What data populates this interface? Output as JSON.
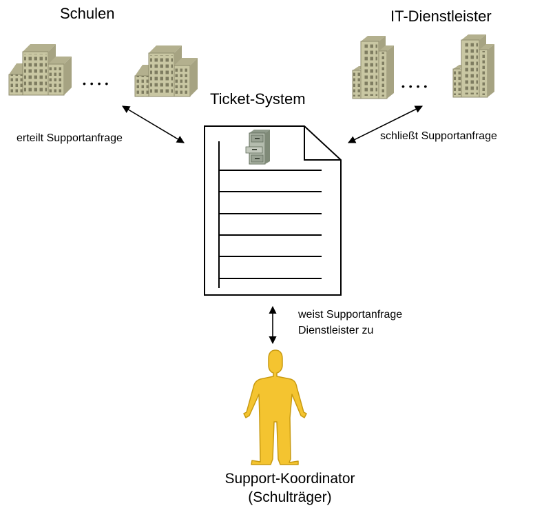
{
  "labels": {
    "schools": "Schulen",
    "it_providers": "IT-Dienstleister",
    "ticket_system": "Ticket-System",
    "request_created": "erteilt Supportanfrage",
    "request_closed": "schließt Supportanfrage",
    "assigns_line1": "weist Supportanfrage",
    "assigns_line2": "Dienstleister zu",
    "coordinator_line1": "Support-Koordinator",
    "coordinator_line2": "(Schulträger)"
  },
  "ellipsis": "• • • •",
  "icons": {
    "school_building": "school-building-icon",
    "office_tower": "office-tower-icon",
    "document": "document-icon",
    "filing_cabinet": "filing-cabinet-icon",
    "person": "person-icon"
  },
  "colors": {
    "building_fill": "#c9c7a3",
    "building_shade": "#a6a382",
    "window": "#7e7c60",
    "person_fill": "#f4c430",
    "person_stroke": "#c89a10",
    "arrow": "#000000"
  }
}
